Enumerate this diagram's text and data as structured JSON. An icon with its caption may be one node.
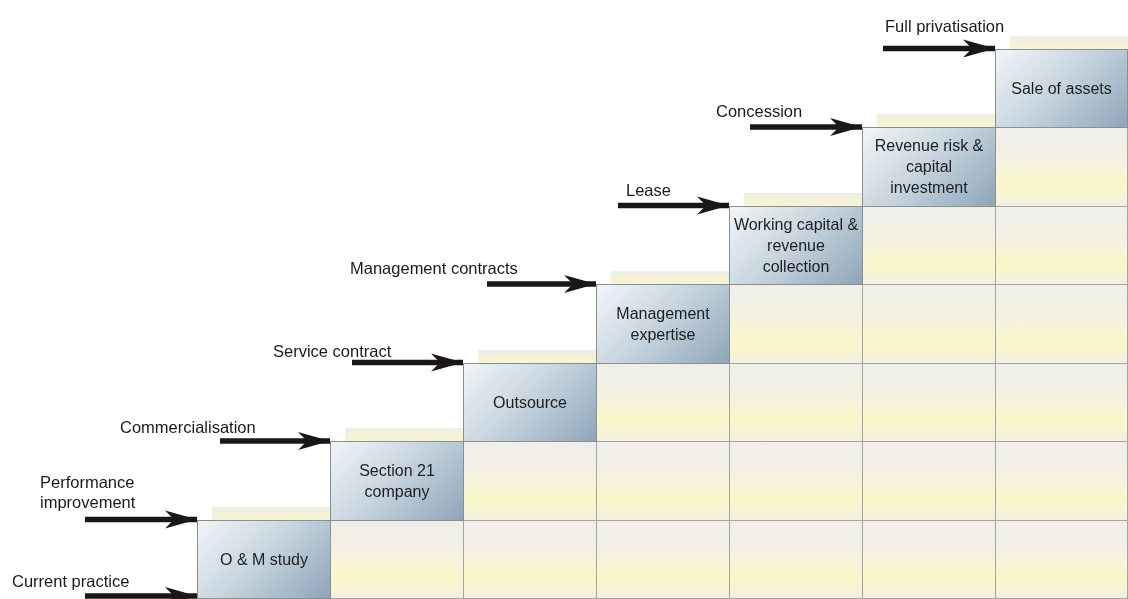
{
  "diagram": {
    "nodes": [
      {
        "text": [
          "Current practice"
        ]
      },
      {
        "text": [
          "Performance improvement"
        ]
      },
      {
        "text": [
          "Commercialisation"
        ]
      },
      {
        "text": [
          "Service contract"
        ]
      },
      {
        "text": [
          "Management contracts"
        ]
      },
      {
        "text": [
          "Lease"
        ]
      },
      {
        "text": [
          "Concession"
        ]
      },
      {
        "text": [
          "Full privatisation"
        ]
      },
      {
        "text": [
          "O & M study"
        ]
      },
      {
        "text": [
          "Section 21 company"
        ]
      },
      {
        "text": [
          "Outsource"
        ]
      },
      {
        "text": [
          "Management expertise"
        ]
      },
      {
        "text": [
          "Working capital & revenue collection"
        ]
      },
      {
        "text": [
          "Revenue risk & capital investment"
        ]
      },
      {
        "text": [
          "Sale of assets"
        ]
      }
    ],
    "edges": [
      {
        "from": 0,
        "to": 8,
        "arrow": "to"
      },
      {
        "from": 1,
        "to": 8,
        "arrow": "to"
      },
      {
        "from": 2,
        "to": 9,
        "arrow": "to"
      },
      {
        "from": 3,
        "to": 10,
        "arrow": "to"
      },
      {
        "from": 4,
        "to": 11,
        "arrow": "to"
      },
      {
        "from": 5,
        "to": 12,
        "arrow": "to"
      },
      {
        "from": 6,
        "to": 13,
        "arrow": "to"
      },
      {
        "from": 7,
        "to": 14,
        "arrow": "to"
      }
    ]
  }
}
